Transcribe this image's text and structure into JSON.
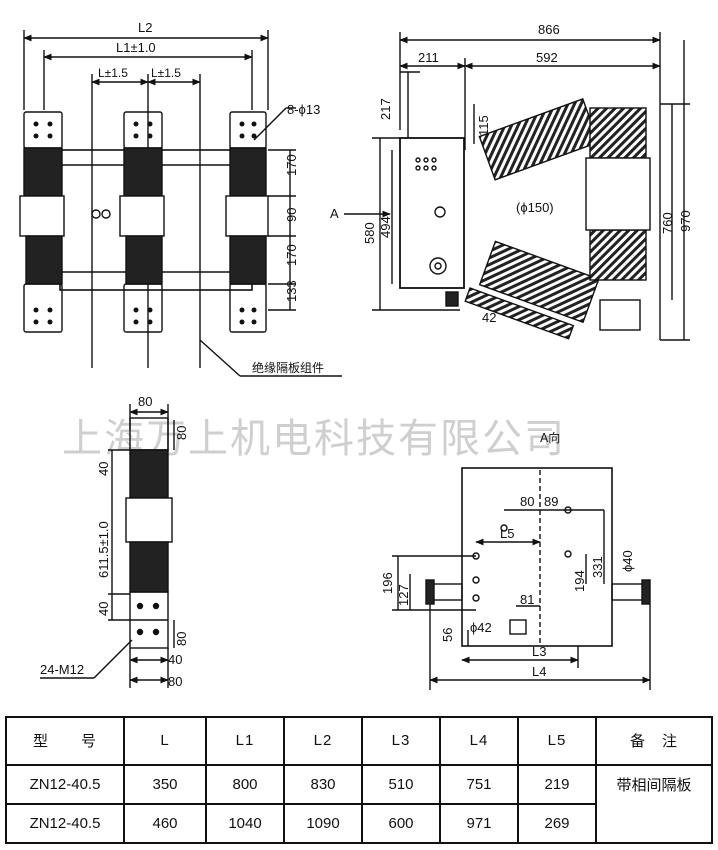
{
  "drawing": {
    "front": {
      "L2": "L2",
      "L1": "L1±1.0",
      "L_left": "L±1.5",
      "L_right": "L±1.5",
      "holes": "8-ϕ13",
      "d170a": "170",
      "d90": "90",
      "d170b": "170",
      "d133": "133",
      "partition_label": "绝缘隔板组件"
    },
    "side": {
      "d866": "866",
      "d211": "211",
      "d592": "592",
      "d217": "217",
      "d115": "115",
      "d494": "494",
      "d580": "580",
      "d760": "760",
      "d970": "970",
      "d42": "42",
      "phi150": "(ϕ150)",
      "arrow_A": "A"
    },
    "pole": {
      "d80a": "80",
      "d80b": "80",
      "d40a": "40",
      "d611": "611.5±1.0",
      "d40b": "40",
      "d80c": "80",
      "d40c": "40",
      "d80d": "80",
      "bolts": "24-M12"
    },
    "aview": {
      "title": "A向",
      "d80": "80",
      "d89": "89",
      "L5": "L5",
      "d331": "331",
      "d40": "ϕ40",
      "d196": "196",
      "d127": "127",
      "d194": "194",
      "d81": "81",
      "d56": "56",
      "phi42": "ϕ42",
      "L3": "L3",
      "L4": "L4"
    },
    "watermark": "上海万上机电科技有限公司"
  },
  "table": {
    "headers": [
      "型　　号",
      "L",
      "L1",
      "L2",
      "L3",
      "L4",
      "L5",
      "备　注"
    ],
    "rows": [
      [
        "ZN12-40.5",
        "350",
        "800",
        "830",
        "510",
        "751",
        "219",
        "带相间隔板"
      ],
      [
        "ZN12-40.5",
        "460",
        "1040",
        "1090",
        "600",
        "971",
        "269",
        ""
      ]
    ]
  }
}
